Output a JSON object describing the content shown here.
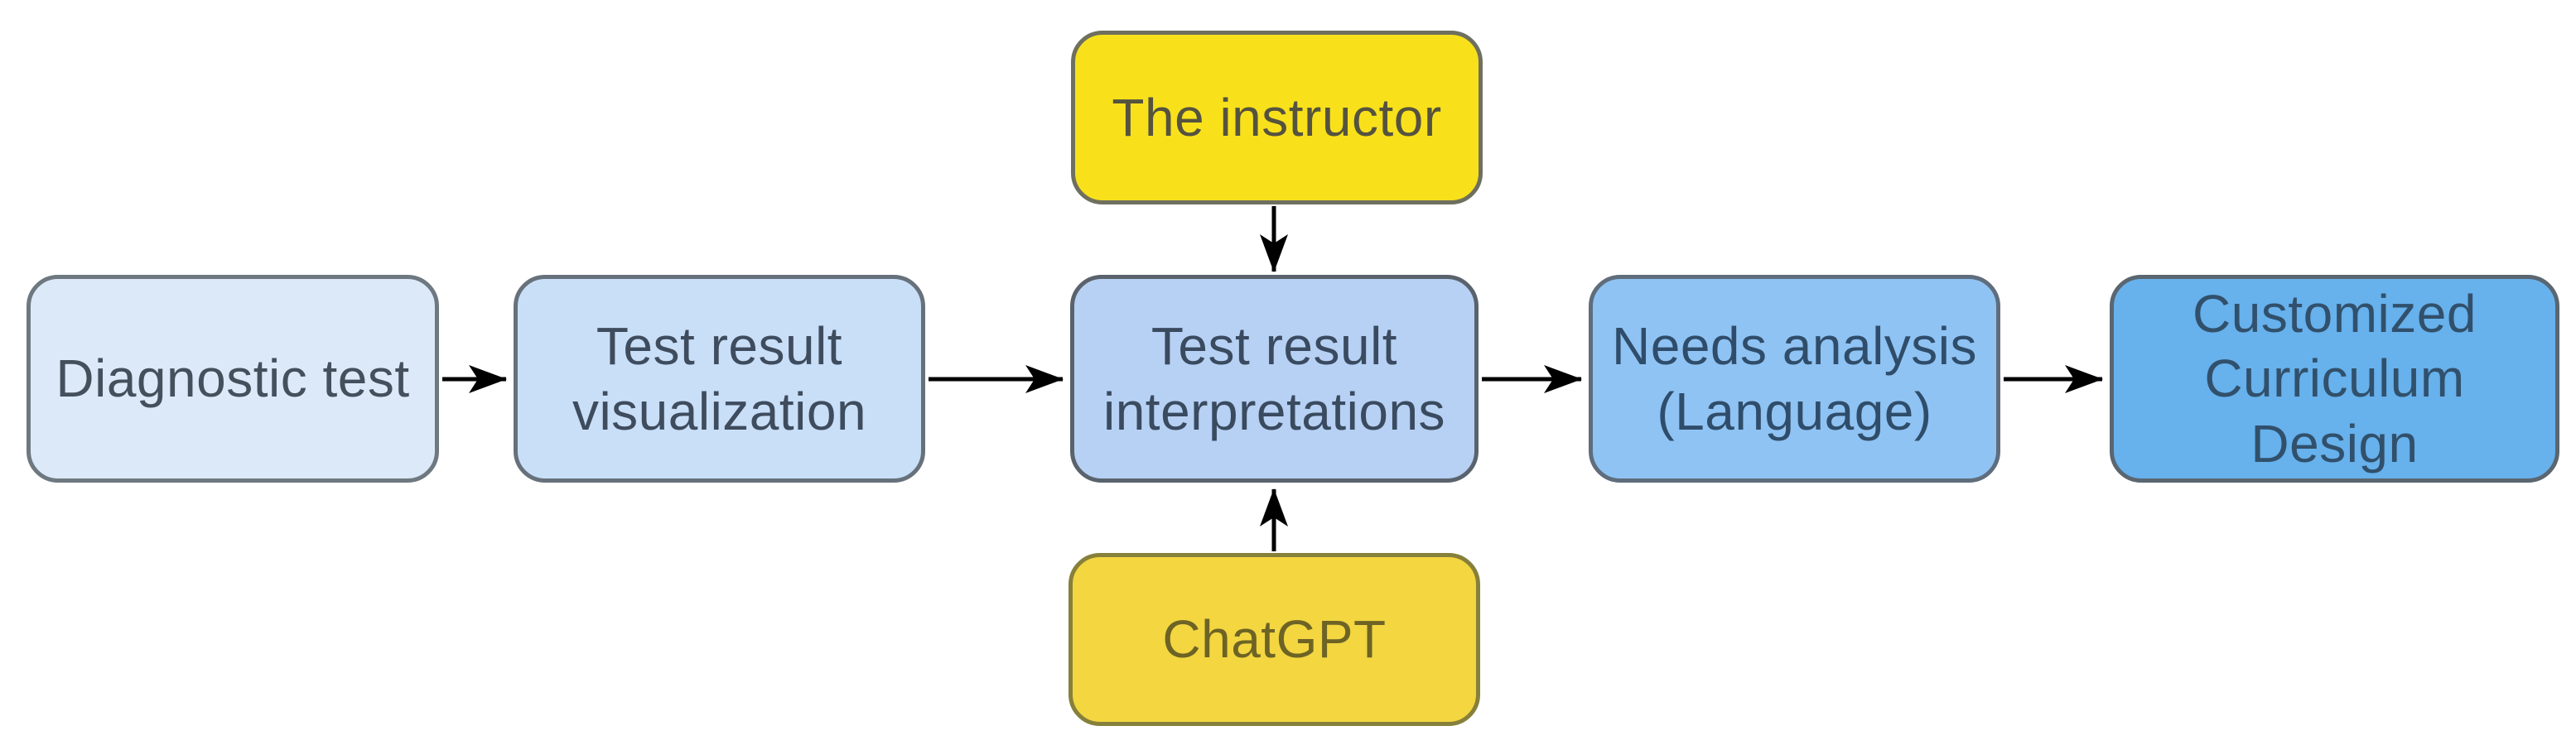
{
  "diagram": {
    "background": "#ffffff",
    "arrow_color": "#000000",
    "nodes": [
      {
        "id": "diagnostic-test",
        "label": "Diagnostic test",
        "fill": "#dce9f9",
        "border": "#6e7880",
        "text_color": "#44505c"
      },
      {
        "id": "test-result-visualization",
        "label": "Test result\nvisualization",
        "fill": "#c9dff8",
        "border": "#67717b",
        "text_color": "#3e4c5e"
      },
      {
        "id": "test-result-interpretations",
        "label": "Test result\ninterpretations",
        "fill": "#b7d1f4",
        "border": "#5a636d",
        "text_color": "#3a4a5f"
      },
      {
        "id": "needs-analysis-language",
        "label": "Needs analysis\n(Language)",
        "fill": "#8fc3f3",
        "border": "#5f6d7d",
        "text_color": "#2f4d6a"
      },
      {
        "id": "customized-curriculum-design",
        "label": "Customized\nCurriculum\nDesign",
        "fill": "#67b1ec",
        "border": "#5a6670",
        "text_color": "#31506b"
      },
      {
        "id": "the-instructor",
        "label": "The instructor",
        "fill": "#f8e11b",
        "border": "#6f6f5f",
        "text_color": "#55533f"
      },
      {
        "id": "chatgpt",
        "label": "ChatGPT",
        "fill": "#f3d640",
        "border": "#86803b",
        "text_color": "#6d6325"
      }
    ],
    "edges": [
      {
        "from": "diagnostic-test",
        "to": "test-result-visualization"
      },
      {
        "from": "test-result-visualization",
        "to": "test-result-interpretations"
      },
      {
        "from": "test-result-interpretations",
        "to": "needs-analysis-language"
      },
      {
        "from": "needs-analysis-language",
        "to": "customized-curriculum-design"
      },
      {
        "from": "the-instructor",
        "to": "test-result-interpretations"
      },
      {
        "from": "chatgpt",
        "to": "test-result-interpretations"
      }
    ]
  }
}
